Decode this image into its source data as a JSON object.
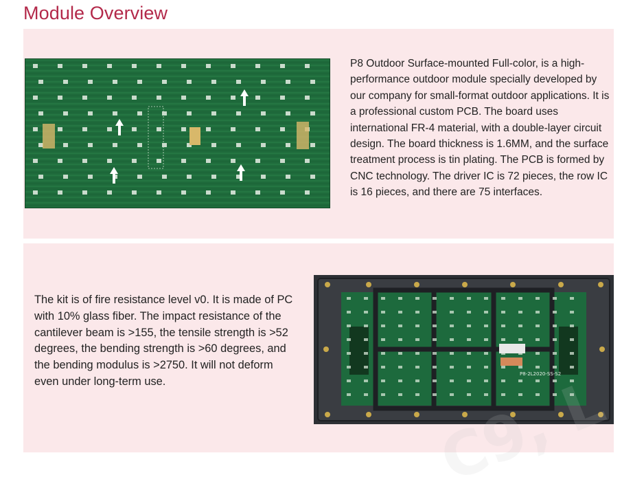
{
  "page": {
    "title": "Module Overview",
    "accent": "#b3294a",
    "panel_background": "#fbe8ea"
  },
  "section_1": {
    "text": "P8 Outdoor Surface-mounted Full-color, is a high-performance outdoor module specially developed by our company for small-format outdoor applications. It is a professional custom PCB. The board uses international FR-4 material, with a double-layer circuit design. The board thickness is 1.6MM, and the surface treatment process is tin plating. The PCB is formed by CNC technology. The driver IC is 72 pieces, the row IC is 16 pieces, and there are 75 interfaces.",
    "image": "green-pcb-board-photo"
  },
  "section_2": {
    "text": "The kit is of fire resistance level v0. It is made of PC with 10% glass fiber. The impact resistance of the cantilever beam is >155, the tensile strength is >52 degrees, the bending strength is >60 degrees, and the bending modulus is >2750. It will not deform even under long-term use.",
    "image": "led-module-back-housing-photo"
  },
  "pcb_marking": "P8-2L2020-SS-S2"
}
